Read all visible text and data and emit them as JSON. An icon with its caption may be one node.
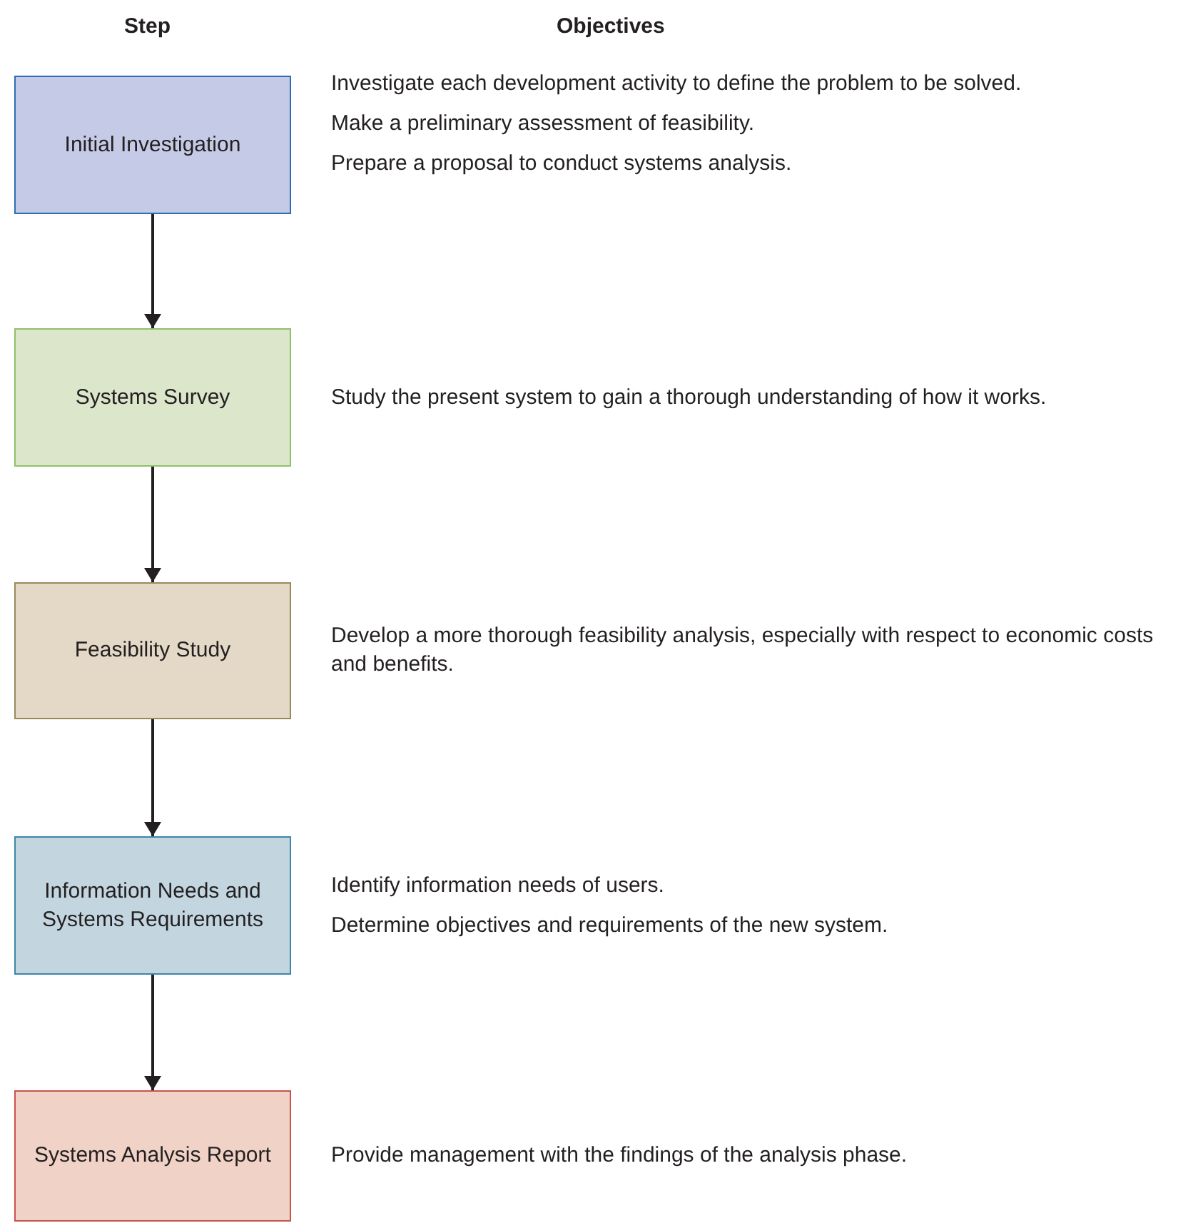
{
  "diagram": {
    "nodes": [
      {
        "text": [
          "Initial Investigation"
        ],
        "beside": [
          "Investigate each development activity to define the problem to be solved.",
          "Make a preliminary assessment of feasibility.",
          "Prepare a proposal to conduct systems analysis."
        ]
      },
      {
        "text": [
          "Systems Survey"
        ],
        "beside": [
          "Study the present system to gain a thorough understanding of how it works."
        ]
      },
      {
        "text": [
          "Feasibility Study"
        ],
        "beside": [
          "Develop a more thorough feasibility analysis, especially with respect to economic costs and benefits."
        ]
      },
      {
        "text": [
          "Information Needs and Systems Requirements"
        ],
        "beside": [
          "Identify information needs of users.",
          "Determine objectives and requirements of the new system."
        ]
      },
      {
        "text": [
          "Systems Analysis Report"
        ],
        "beside": [
          "Provide management with the findings of the analysis phase."
        ]
      }
    ],
    "edges": [
      {
        "from": 0,
        "to": 1,
        "arrow": "to"
      },
      {
        "from": 1,
        "to": 2,
        "arrow": "to"
      },
      {
        "from": 2,
        "to": 3,
        "arrow": "to"
      },
      {
        "from": 3,
        "to": 4,
        "arrow": "to"
      }
    ],
    "labels": [
      "Step",
      "Objectives"
    ]
  }
}
